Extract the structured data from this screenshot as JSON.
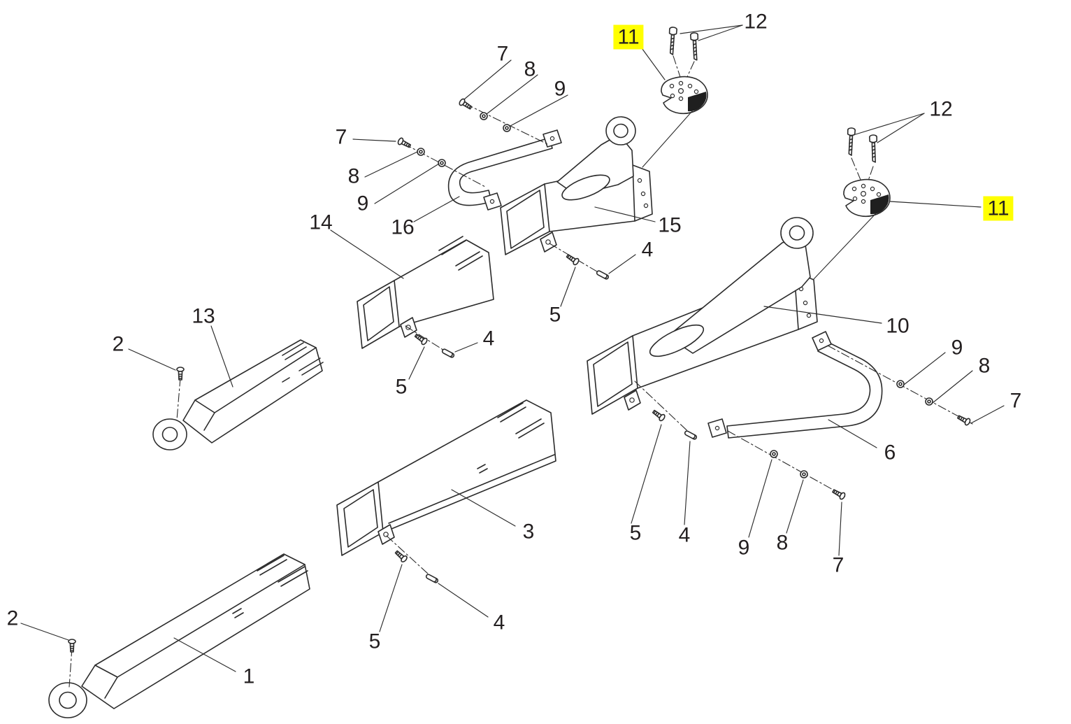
{
  "diagram": {
    "type": "exploded-parts-diagram",
    "description": "isometric exploded view of telescoping boom arm assembly with numbered part callouts",
    "colors": {
      "line_color": "#2b2b2b",
      "text_color": "#231f20",
      "highlight_color": "#ffff00",
      "background": "#ffffff"
    },
    "callouts": [
      {
        "label": "12",
        "highlighted": false
      },
      {
        "label": "11",
        "highlighted": true
      },
      {
        "label": "7",
        "highlighted": false
      },
      {
        "label": "8",
        "highlighted": false
      },
      {
        "label": "9",
        "highlighted": false
      },
      {
        "label": "7",
        "highlighted": false
      },
      {
        "label": "8",
        "highlighted": false
      },
      {
        "label": "9",
        "highlighted": false
      },
      {
        "label": "14",
        "highlighted": false
      },
      {
        "label": "16",
        "highlighted": false
      },
      {
        "label": "15",
        "highlighted": false
      },
      {
        "label": "12",
        "highlighted": false
      },
      {
        "label": "11",
        "highlighted": true
      },
      {
        "label": "4",
        "highlighted": false
      },
      {
        "label": "5",
        "highlighted": false
      },
      {
        "label": "13",
        "highlighted": false
      },
      {
        "label": "2",
        "highlighted": false
      },
      {
        "label": "4",
        "highlighted": false
      },
      {
        "label": "5",
        "highlighted": false
      },
      {
        "label": "10",
        "highlighted": false
      },
      {
        "label": "9",
        "highlighted": false
      },
      {
        "label": "8",
        "highlighted": false
      },
      {
        "label": "7",
        "highlighted": false
      },
      {
        "label": "6",
        "highlighted": false
      },
      {
        "label": "3",
        "highlighted": false
      },
      {
        "label": "5",
        "highlighted": false
      },
      {
        "label": "4",
        "highlighted": false
      },
      {
        "label": "9",
        "highlighted": false
      },
      {
        "label": "8",
        "highlighted": false
      },
      {
        "label": "7",
        "highlighted": false
      },
      {
        "label": "5",
        "highlighted": false
      },
      {
        "label": "4",
        "highlighted": false
      },
      {
        "label": "2",
        "highlighted": false
      },
      {
        "label": "1",
        "highlighted": false
      }
    ]
  }
}
